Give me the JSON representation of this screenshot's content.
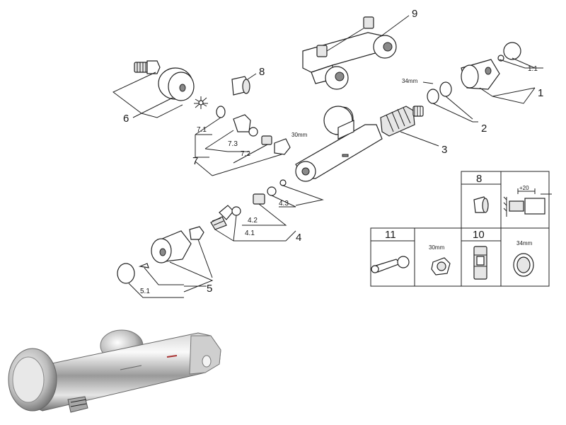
{
  "callouts": {
    "c1": "1",
    "c1_1": "1.1",
    "c2": "2",
    "c3": "3",
    "c4": "4",
    "c4_1": "4.1",
    "c4_2": "4.2",
    "c4_3": "4.3",
    "c5": "5",
    "c5_1": "5.1",
    "c6": "6",
    "c7": "7",
    "c7_1": "7.1",
    "c7_2": "7.2",
    "c7_3": "7.3",
    "c8": "8",
    "c9": "9"
  },
  "dimensions": {
    "d34": "34mm",
    "d30": "30mm"
  },
  "accessory_table": {
    "top_row": {
      "cell_8": "8",
      "offset": "+20"
    },
    "bottom_row": {
      "cell_11": "11",
      "nut_30": "30mm",
      "cell_10": "10",
      "ring_34": "34mm"
    }
  }
}
